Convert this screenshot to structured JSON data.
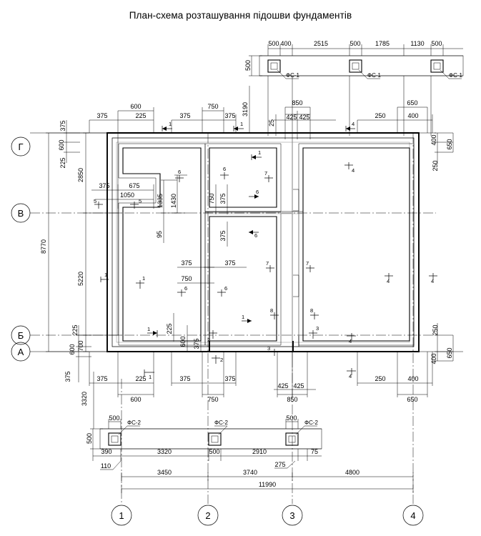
{
  "title": "План-схема розташування підошви фундаментів",
  "top_strip": {
    "name": "ФС-1 strip",
    "height_label": "500",
    "dims": [
      "500",
      "400",
      "2515",
      "500",
      "1785",
      "1130",
      "500"
    ],
    "callouts": [
      "ФС-1",
      "ФС-1",
      "ФС-1"
    ]
  },
  "bottom_strip": {
    "name": "ФС-2 strip",
    "height_label": "500",
    "pad_labels": [
      "500",
      "500",
      "500"
    ],
    "callouts": [
      "ФС-2",
      "ФС-2",
      "ФС-2"
    ],
    "dims": [
      "390",
      "3320",
      "500",
      "2910",
      "75"
    ],
    "leaders": [
      "110",
      "275"
    ]
  },
  "plan_top_dims_row1": [
    "375",
    "600",
    "225",
    "375",
    "750",
    "375",
    "850",
    "250",
    "400"
  ],
  "plan_top_dims_row2": [
    "600",
    "750",
    "425",
    "425",
    "650"
  ],
  "plan_top_vertical": [
    "3190",
    "25"
  ],
  "plan_bottom_dims_row1": [
    "375",
    "600",
    "225",
    "375",
    "750",
    "375",
    "425",
    "425",
    "250",
    "400"
  ],
  "plan_bottom_dims_row2": [
    "600",
    "750",
    "850",
    "650"
  ],
  "left_axis": {
    "labels": [
      "Г",
      "В",
      "Б",
      "А"
    ],
    "dims": [
      "2850",
      "5220",
      "700",
      "8770"
    ],
    "edge_dims_top": [
      "375",
      "600",
      "225"
    ],
    "edge_dims_bottom": [
      "225",
      "600",
      "375",
      "3320"
    ]
  },
  "right_axis": {
    "dims_top": [
      "400",
      "650",
      "250"
    ],
    "dims_bottom": [
      "250",
      "400",
      "650"
    ]
  },
  "bottom_axis": {
    "labels": [
      "1",
      "2",
      "3",
      "4"
    ],
    "dims": [
      "3450",
      "3740",
      "4800"
    ],
    "total": "11990"
  },
  "interior_dims": {
    "left_room": [
      "375",
      "675",
      "1050",
      "1335",
      "1430",
      "95",
      "375",
      "750",
      "225",
      "600",
      "375"
    ],
    "center_room": [
      "750",
      "375",
      "375",
      "375",
      "750"
    ]
  },
  "section_marks": [
    "1",
    "1",
    "1",
    "1",
    "1",
    "1",
    "2",
    "2",
    "3",
    "3",
    "4",
    "4",
    "4",
    "4",
    "4",
    "5",
    "5",
    "6",
    "6",
    "6",
    "6",
    "6",
    "7",
    "7",
    "7",
    "8",
    "8"
  ],
  "colors": {
    "line": "#000000",
    "light": "#888888",
    "background": "#ffffff"
  }
}
